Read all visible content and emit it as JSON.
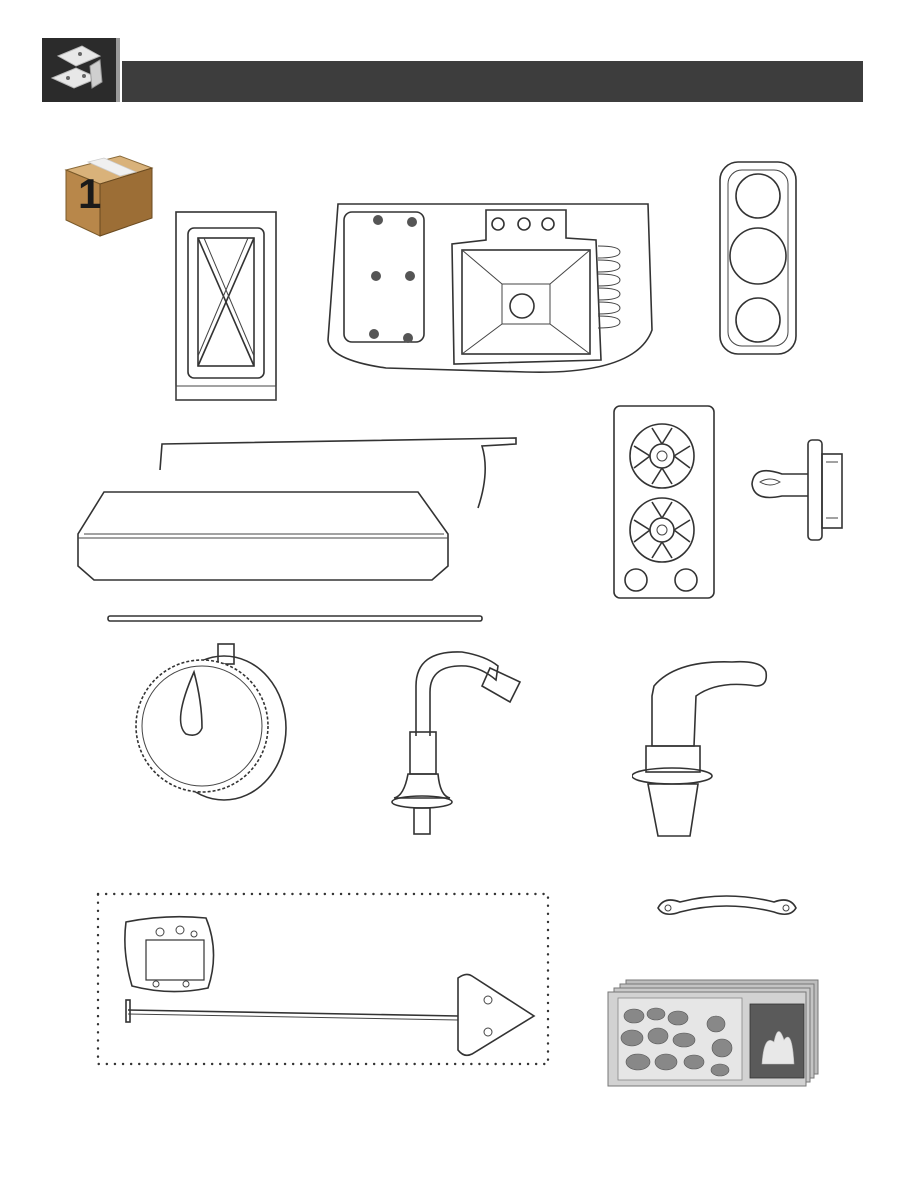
{
  "header": {
    "title": "",
    "icon": "bracket-parts-icon"
  },
  "box": {
    "number": "1",
    "icon": "cardboard-box-icon"
  },
  "parts": [
    {
      "name": "door-panel"
    },
    {
      "name": "sink-countertop"
    },
    {
      "name": "three-hole-panel"
    },
    {
      "name": "wire-rod"
    },
    {
      "name": "front-trim-panel"
    },
    {
      "name": "long-rod"
    },
    {
      "name": "two-burner-cooktop"
    },
    {
      "name": "drawer-latch"
    },
    {
      "name": "control-knob"
    },
    {
      "name": "gooseneck-faucet"
    },
    {
      "name": "water-spout"
    },
    {
      "name": "hardware-bag-and-hook-rod"
    },
    {
      "name": "handle-strap"
    },
    {
      "name": "fire-stone-decal-sheets"
    }
  ]
}
